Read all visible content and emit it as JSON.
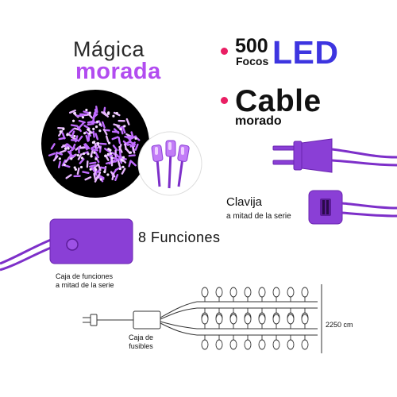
{
  "product": {
    "name_line1": "Mágica",
    "name_line2": "morada"
  },
  "features": {
    "count": "500",
    "count_unit": "Focos",
    "count_type": "LED",
    "cable_title": "Cable",
    "cable_color": "morado"
  },
  "callouts": {
    "plug_title": "Clavija",
    "plug_sub": "a mitad de la serie",
    "functions_label": "8 Funciones",
    "control_box_line1": "Caja de funciones",
    "control_box_line2": "a mitad de la serie",
    "fuse_box_line1": "Caja de",
    "fuse_box_line2": "fusibles",
    "length": "2250 cm"
  },
  "colors": {
    "accent_purple": "#b24cf0",
    "led_blue": "#3d35e0",
    "bullet_pink": "#e91e63",
    "cable_purple": "#8a3fd6"
  },
  "icons": [
    "led-cluster-photo",
    "led-bulbs-closeup",
    "plug-male",
    "plug-female-connector",
    "function-control-box",
    "wiring-diagram"
  ]
}
